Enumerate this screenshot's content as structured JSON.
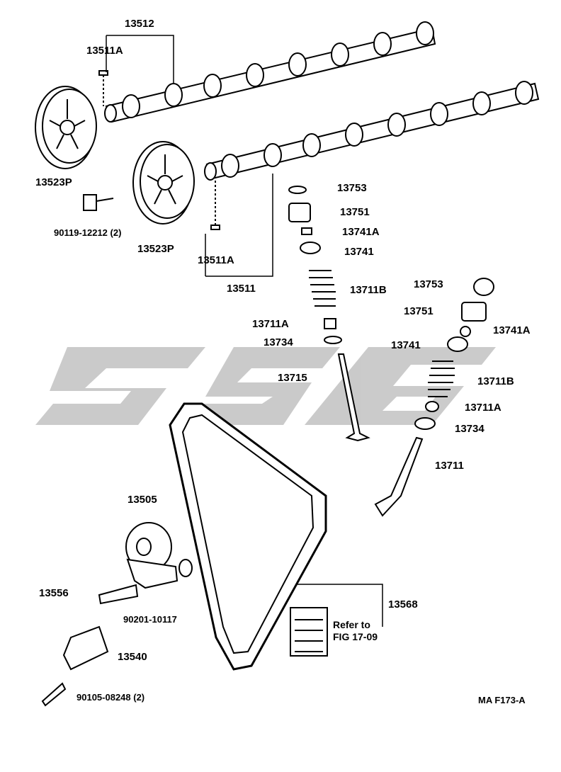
{
  "labels": {
    "p13512": "13512",
    "p13511A_top": "13511A",
    "p13523P_left": "13523P",
    "p90119": "90119-12212 (2)",
    "p13523P_right": "13523P",
    "p13511A_bottom": "13511A",
    "p13511": "13511",
    "p13753_a": "13753",
    "p13751_a": "13751",
    "p13741A_a": "13741A",
    "p13741_a": "13741",
    "p13711B_a": "13711B",
    "p13711A_a": "13711A",
    "p13734_a": "13734",
    "p13715": "13715",
    "p13753_b": "13753",
    "p13751_b": "13751",
    "p13741A_b": "13741A",
    "p13741_b": "13741",
    "p13711B_b": "13711B",
    "p13711A_b": "13711A",
    "p13734_b": "13734",
    "p13711": "13711",
    "p13505": "13505",
    "p13556": "13556",
    "p90201": "90201-10117",
    "p13540": "13540",
    "p90105": "90105-08248 (2)",
    "p13568": "13568",
    "ref_line1": "Refer to",
    "ref_line2": "FIG 17-09",
    "figure_code": "MA F173-A"
  },
  "watermark_color": "#c8c8c8"
}
